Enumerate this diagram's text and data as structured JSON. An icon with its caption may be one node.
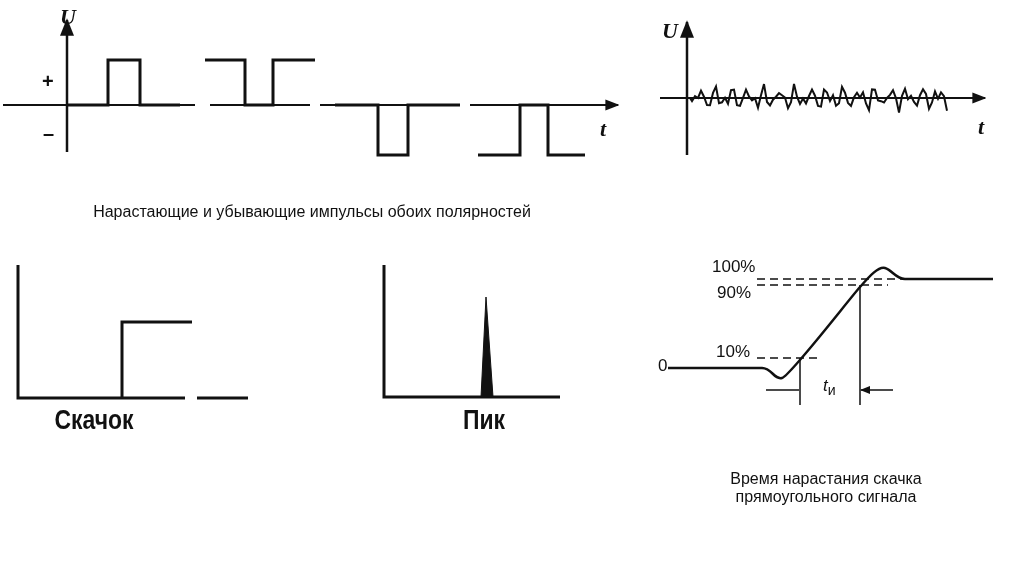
{
  "diagram": {
    "labels": [
      "U",
      "+",
      "–",
      "t",
      "U",
      "t",
      "Нарастающие и убывающие импульсы обоих полярностей",
      "100%",
      "90%",
      "10%",
      "0",
      "*t*$_{и}$",
      "Скачок",
      "Пик",
      "Время нарастания скачка прямоугольного сигнала"
    ]
  }
}
